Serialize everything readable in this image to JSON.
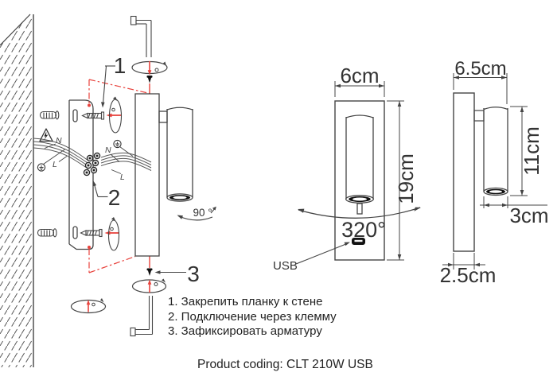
{
  "diagram": {
    "step_numbers": {
      "one": "1",
      "two": "2",
      "three": "3"
    },
    "wire_labels": {
      "n_left": "N",
      "l_left": "L",
      "n_right": "N",
      "l_right": "L"
    },
    "head_rotation": "90 °"
  },
  "front_view": {
    "width": "6cm",
    "height": "19cm",
    "swivel": "320°",
    "usb": "USB"
  },
  "side_view": {
    "depth": "6.5cm",
    "cylinder_height": "11cm",
    "cylinder_diameter": "3cm",
    "plate_depth": "2.5cm"
  },
  "instructions": {
    "line1": "1. Закрепить планку к стене",
    "line2": "2. Подключение через клемму",
    "line3": "3. Зафиксировать арматуру"
  },
  "footer": {
    "product_coding": "Product coding: CLT 210W USB"
  },
  "colors": {
    "line": "#444444",
    "accent_red": "#e8423c",
    "lens_dark": "#111111"
  }
}
